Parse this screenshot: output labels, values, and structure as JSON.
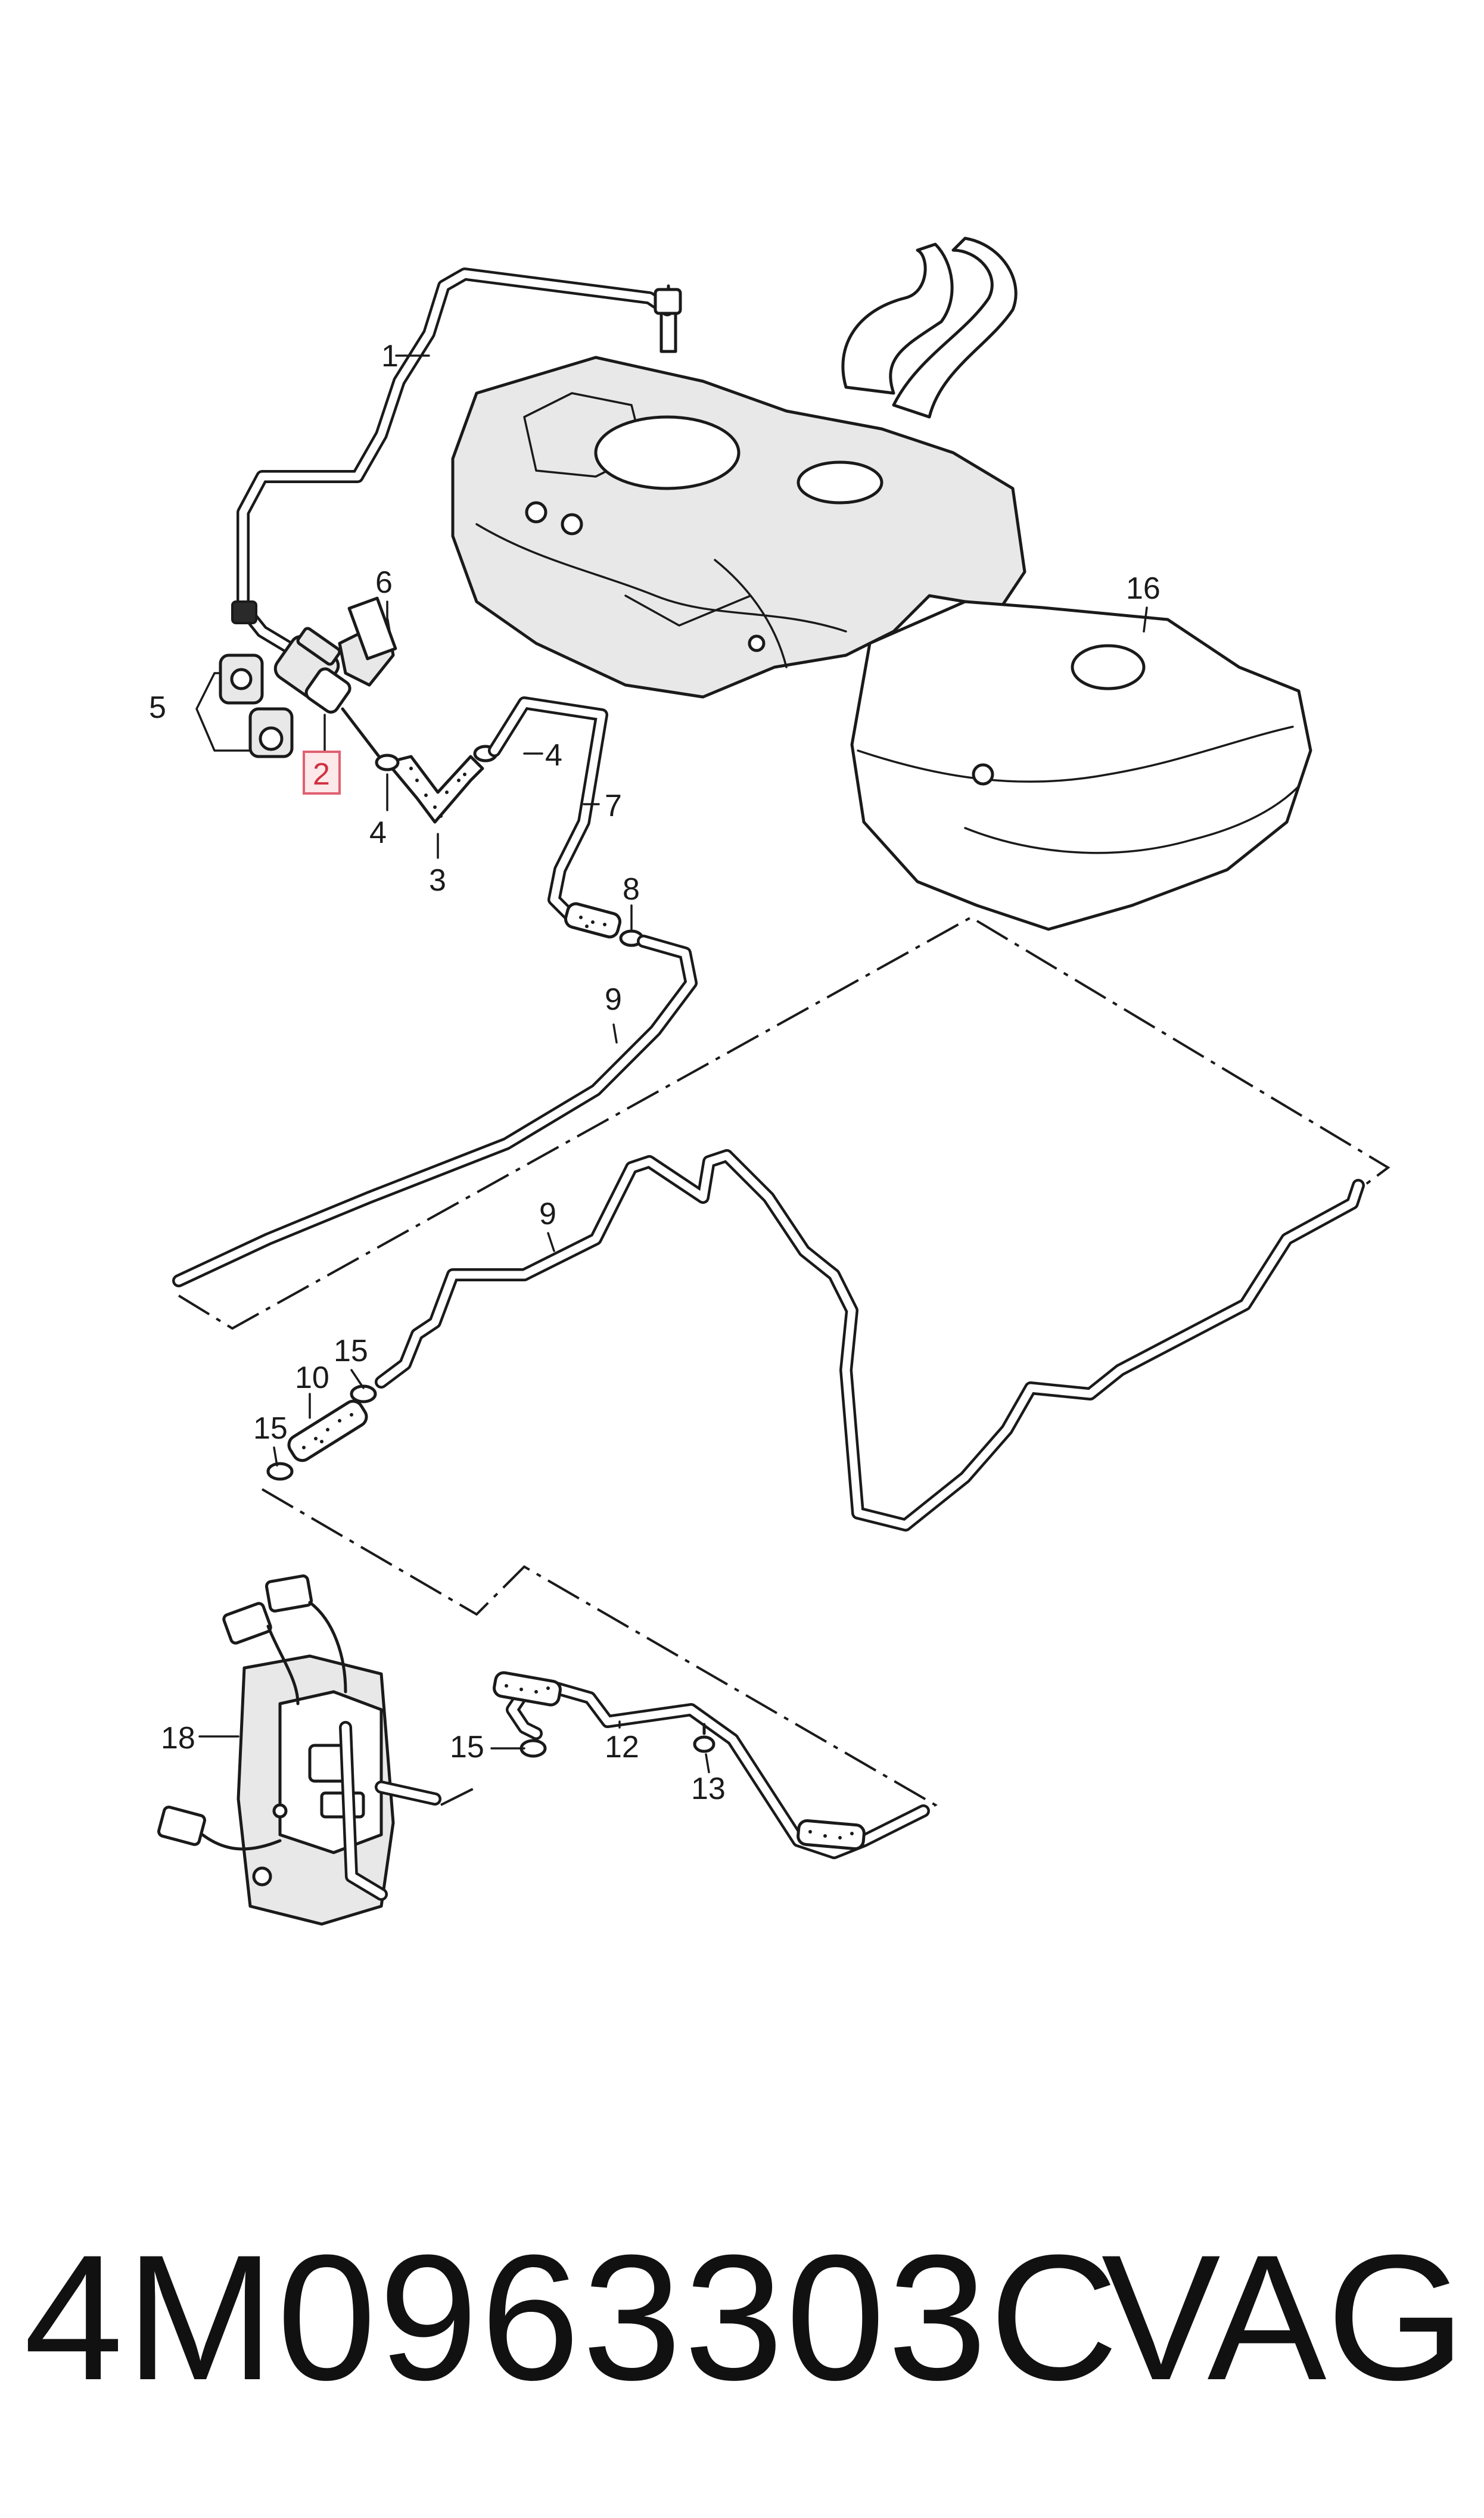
{
  "callouts": {
    "c1": "1",
    "c2": "2",
    "c3": "3",
    "c4a": "4",
    "c4b": "4",
    "c5": "5",
    "c6": "6",
    "c7": "7",
    "c8": "8",
    "c9a": "9",
    "c9b": "9",
    "c10": "10",
    "c12": "12",
    "c13": "13",
    "c15a": "15",
    "c15b": "15",
    "c15c": "15",
    "c16": "16",
    "c18": "18"
  },
  "highlight": {
    "callout": "2",
    "color": "#e06070"
  },
  "footer": {
    "part_number": "4M0963303C",
    "brand": "VAG"
  }
}
